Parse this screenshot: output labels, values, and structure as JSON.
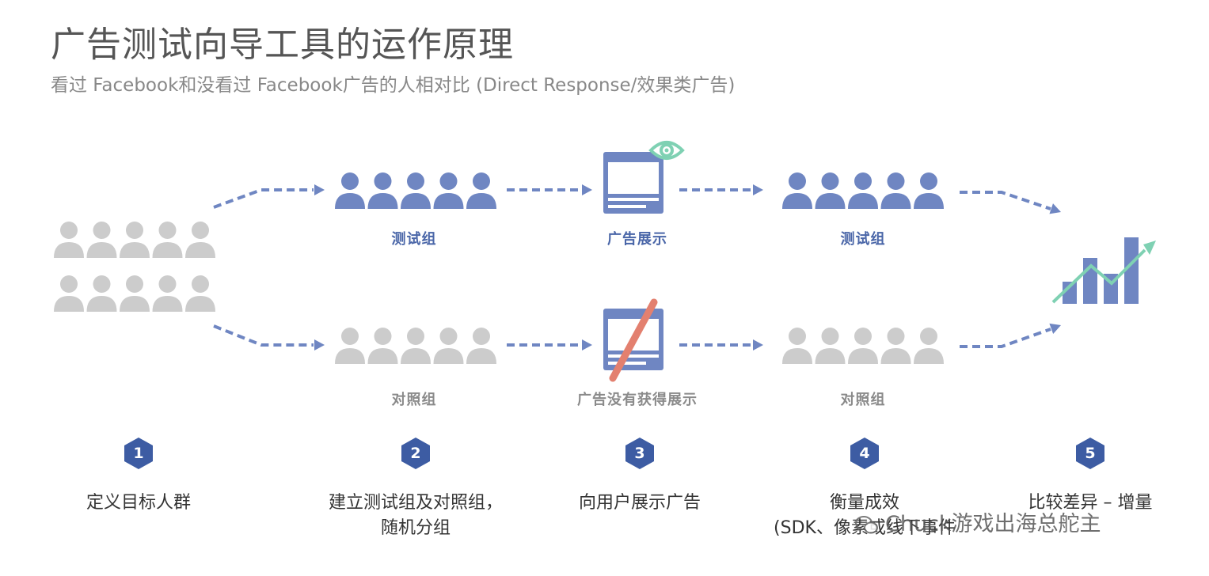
{
  "header": {
    "title": "广告测试向导工具的运作原理",
    "subtitle": "看过 Facebook和没看过 Facebook广告的人相对比 (Direct Response/效果类广告)"
  },
  "labels": {
    "test_group_1": "测试组",
    "ad_shown": "广告展示",
    "test_group_2": "测试组",
    "control_group_1": "对照组",
    "ad_not_shown": "广告没有获得展示",
    "control_group_2": "对照组"
  },
  "steps": [
    {
      "number": "1",
      "text": "定义目标人群"
    },
    {
      "number": "2",
      "text": "建立测试组及对照组，",
      "text2": "随机分组"
    },
    {
      "number": "3",
      "text": "向用户展示广告"
    },
    {
      "number": "4",
      "text": "衡量成效",
      "text2": "(SDK、像素或线下事件"
    },
    {
      "number": "5",
      "text": "比较差异 – 增量"
    }
  ],
  "watermark": {
    "text": "Chuck游戏出海总舵主",
    "icon": "wechat-icon"
  },
  "colors": {
    "blue": "#6f86c2",
    "grey": "#cccccc",
    "dark_blue": "#4a66a8",
    "badge": "#3d5ca3",
    "teal": "#7fd1b3",
    "red_slash": "#e3806f"
  }
}
